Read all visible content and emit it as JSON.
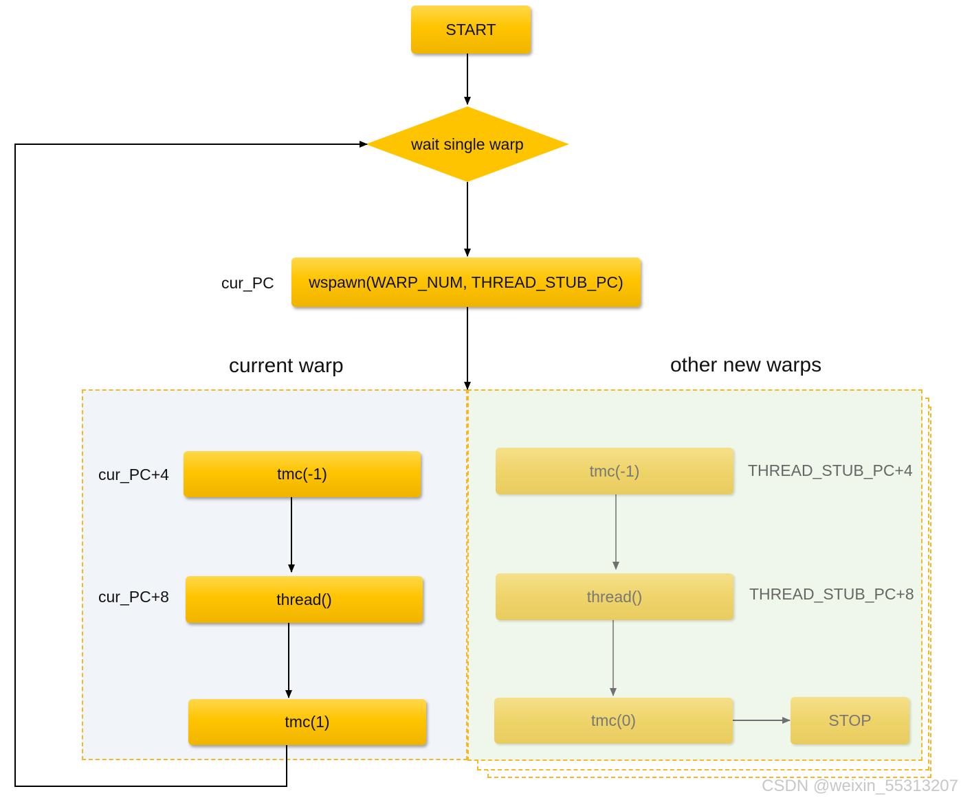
{
  "nodes": {
    "start": "START",
    "wait": "wait single warp",
    "wspawn": "wspawn(WARP_NUM, THREAD_STUB_PC)"
  },
  "labels": {
    "cur_pc": "cur_PC",
    "cur_pc_4": "cur_PC+4",
    "cur_pc_8": "cur_PC+8",
    "stub_pc_4": "THREAD_STUB_PC+4",
    "stub_pc_8": "THREAD_STUB_PC+8"
  },
  "current_warp": {
    "title": "current warp",
    "steps": [
      "tmc(-1)",
      "thread()",
      "tmc(1)"
    ]
  },
  "other_warps": {
    "title": "other new warps",
    "steps": [
      "tmc(-1)",
      "thread()",
      "tmc(0)"
    ],
    "stop": "STOP"
  },
  "colors": {
    "node_fill": "#ffc400",
    "faded_fill": "#efd46a",
    "region_border": "#f3b823",
    "current_region_bg": "#f1f5f9",
    "other_region_bg": "#eff7ea"
  },
  "watermark": "CSDN @weixin_55313207"
}
